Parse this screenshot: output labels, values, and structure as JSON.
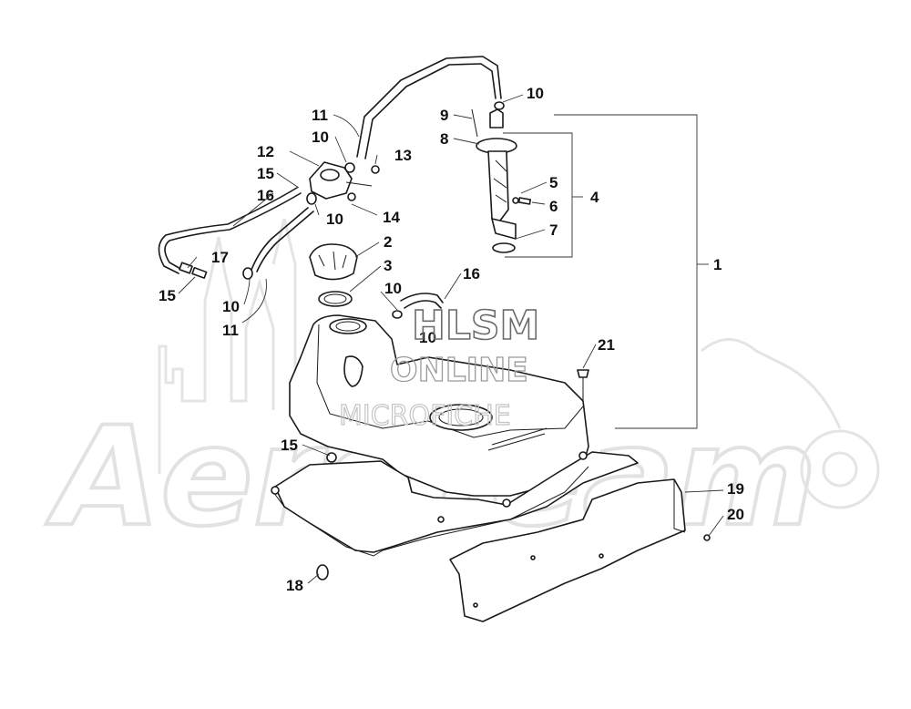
{
  "watermark": {
    "line1": "HLSM",
    "line2": "ONLINE",
    "line3": "MICROFICHE"
  },
  "background_logo": "AeroTeam",
  "callouts": [
    {
      "label": "1"
    },
    {
      "label": "2"
    },
    {
      "label": "3"
    },
    {
      "label": "4"
    },
    {
      "label": "5"
    },
    {
      "label": "6"
    },
    {
      "label": "7"
    },
    {
      "label": "8"
    },
    {
      "label": "9"
    },
    {
      "label": "10"
    },
    {
      "label": "10"
    },
    {
      "label": "10"
    },
    {
      "label": "10"
    },
    {
      "label": "10"
    },
    {
      "label": "10"
    },
    {
      "label": "11"
    },
    {
      "label": "11"
    },
    {
      "label": "12"
    },
    {
      "label": "13"
    },
    {
      "label": "14"
    },
    {
      "label": "15"
    },
    {
      "label": "15"
    },
    {
      "label": "15"
    },
    {
      "label": "16"
    },
    {
      "label": "16"
    },
    {
      "label": "17"
    },
    {
      "label": "18"
    },
    {
      "label": "19"
    },
    {
      "label": "20"
    },
    {
      "label": "21"
    }
  ]
}
